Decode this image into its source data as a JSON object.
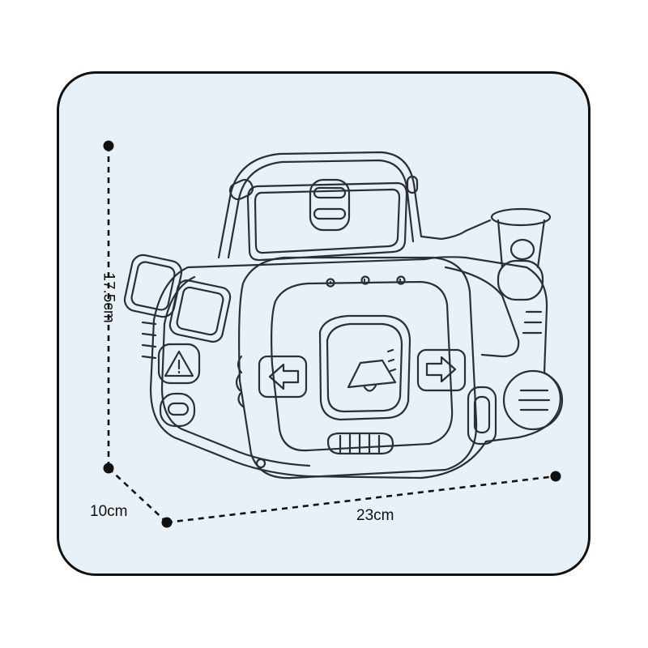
{
  "dimensions": {
    "height": "17.5cm",
    "depth": "10cm",
    "width": "23cm"
  },
  "colors": {
    "background": "#ffffff",
    "panel_fill": "#e9f1f8",
    "ink": "#111111",
    "drawing_ink": "#2a2f36"
  }
}
